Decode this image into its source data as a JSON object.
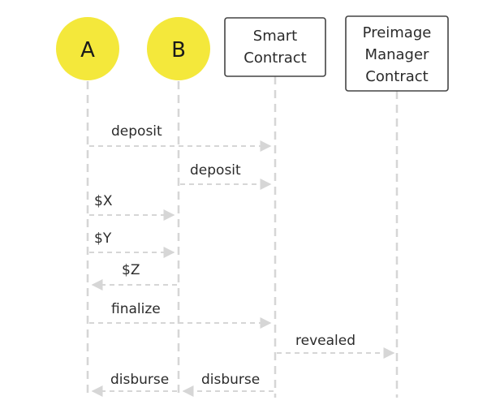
{
  "colors": {
    "actor_fill": "#f4e83b",
    "box_stroke": "#444444",
    "line": "#d6d6d6",
    "text": "#2b2b2b"
  },
  "participants": [
    {
      "id": "A",
      "kind": "actor",
      "lines": [
        "A"
      ]
    },
    {
      "id": "B",
      "kind": "actor",
      "lines": [
        "B"
      ]
    },
    {
      "id": "SC",
      "kind": "box",
      "lines": [
        "Smart",
        "Contract"
      ]
    },
    {
      "id": "PM",
      "kind": "box",
      "lines": [
        "Preimage",
        "Manager",
        "Contract"
      ]
    }
  ],
  "messages": [
    {
      "label": "deposit",
      "from": "A",
      "to": "SC"
    },
    {
      "label": "deposit",
      "from": "B",
      "to": "SC"
    },
    {
      "label": "$X",
      "from": "A",
      "to": "B"
    },
    {
      "label": "$Y",
      "from": "A",
      "to": "B"
    },
    {
      "label": "$Z",
      "from": "B",
      "to": "A"
    },
    {
      "label": "finalize",
      "from": "A",
      "to": "SC"
    },
    {
      "label": "revealed",
      "from": "SC",
      "to": "PM"
    },
    {
      "label": "disburse",
      "from": "B",
      "to": "A"
    },
    {
      "label": "disburse",
      "from": "SC",
      "to": "B"
    }
  ]
}
